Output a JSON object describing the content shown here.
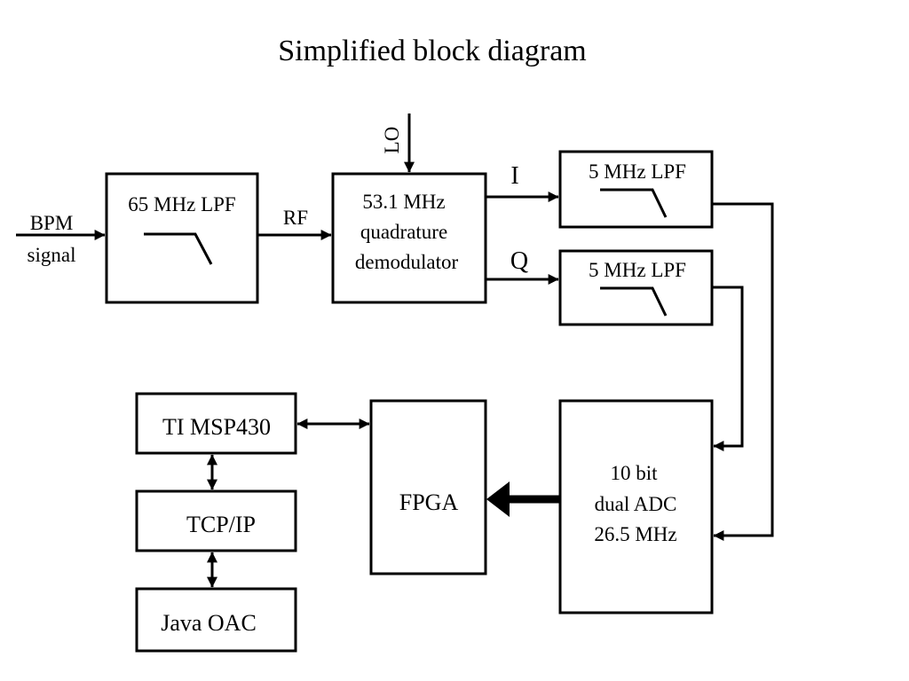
{
  "title": "Simplified block diagram",
  "inputs": {
    "bpm_line1": "BPM",
    "bpm_line2": "signal",
    "lo": "LO"
  },
  "wire_labels": {
    "rf": "RF",
    "i": "I",
    "q": "Q"
  },
  "blocks": {
    "lpf65": "65 MHz LPF",
    "demod_line1": "53.1 MHz",
    "demod_line2": "quadrature",
    "demod_line3": "demodulator",
    "lpf5_i": "5 MHz LPF",
    "lpf5_q": "5 MHz LPF",
    "adc_line1": "10 bit",
    "adc_line2": "dual ADC",
    "adc_line3": "26.5 MHz",
    "fpga": "FPGA",
    "msp430": "TI MSP430",
    "tcpip": "TCP/IP",
    "java": "Java OAC"
  }
}
